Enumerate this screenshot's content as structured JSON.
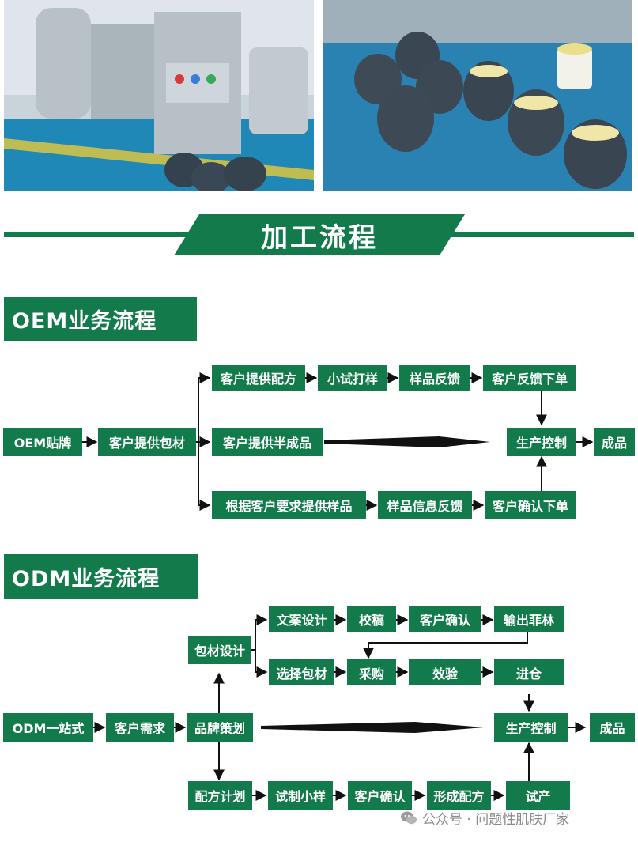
{
  "banner": {
    "title": "加工流程"
  },
  "photos": {
    "left_label": "",
    "right_label": ""
  },
  "oem": {
    "title": "OEM业务流程",
    "start": "OEM贴牌",
    "supply_packaging": "客户提供包材",
    "branch_top": [
      "客户提供配方",
      "小试打样",
      "样品反馈",
      "客户反馈下单"
    ],
    "branch_mid": "客户提供半成品",
    "branch_bottom": [
      "根据客户要求提供样品",
      "样品信息反馈",
      "客户确认下单"
    ],
    "production": "生产控制",
    "finished": "成品"
  },
  "odm": {
    "title": "ODM业务流程",
    "start": "ODM一站式",
    "needs": "客户需求",
    "brand": "品牌策划",
    "packaging_design": "包材设计",
    "row1": [
      "文案设计",
      "校稿",
      "客户确认",
      "输出菲林"
    ],
    "row2": [
      "选择包材",
      "采购",
      "效验",
      "进仓"
    ],
    "formula_plan": "配方计划",
    "row4": [
      "试制小样",
      "客户确认",
      "形成配方",
      "试产"
    ],
    "production": "生产控制",
    "finished": "成品"
  },
  "watermark": {
    "text": "公众号 · 问题性肌肤厂家"
  },
  "colors": {
    "green": "#137a4b",
    "arrow": "#111111"
  }
}
